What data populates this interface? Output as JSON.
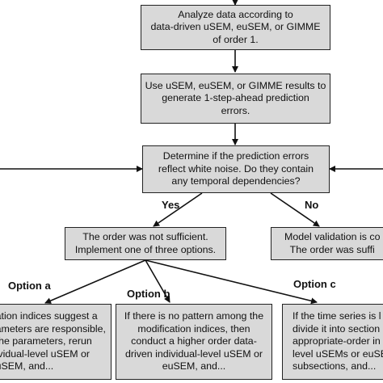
{
  "boxes": {
    "analyze": "Analyze data according to\ndata-driven uSEM, euSEM, or GIMME\nof order 1.",
    "generate": "Use uSEM, euSEM, or GIMME results to\ngenerate 1-step-ahead prediction\nerrors.",
    "determine": "Determine if the prediction errors\nreflect white noise. Do they contain\nany temporal dependencies?",
    "not_sufficient": "The order was not sufficient.\nImplement one of three options.",
    "validation": "Model validation is co\nThe order was suffi",
    "option_a_text": "ation indices suggest a\nameters are responsible,\n the parameters, rerun\nividual-level uSEM or\nuSEM, and...",
    "option_b_text": "If there is no pattern among the\nmodification indices, then\nconduct a higher order data-\ndriven individual-level uSEM or\neuSEM, and...",
    "option_c_text": "If the time series is l\ndivide it into section\nappropriate-order in\nlevel uSEMs or euSE\nsubsections, and..."
  },
  "labels": {
    "yes": "Yes",
    "no": "No",
    "option_a": "Option a",
    "option_b": "Option b",
    "option_c": "Option c"
  },
  "colors": {
    "box_fill": "#d9d9d9",
    "line": "#111111"
  }
}
